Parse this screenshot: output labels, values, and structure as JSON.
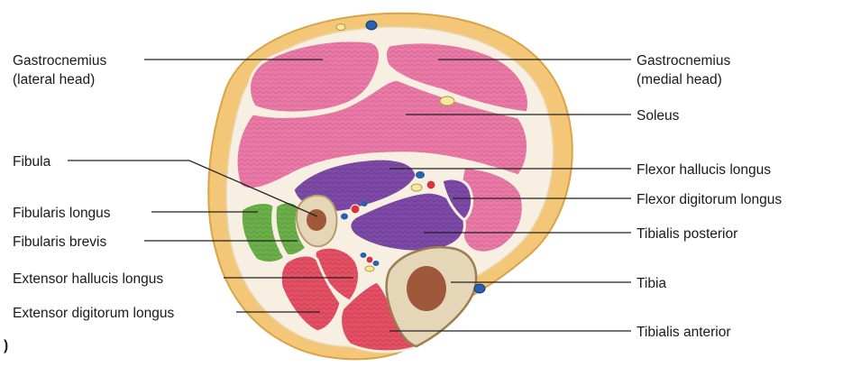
{
  "diagram": {
    "panel_marker": ")",
    "labels_left": [
      {
        "id": "gastrocnemius-lateral",
        "lines": [
          "Gastrocnemius",
          "(lateral head)"
        ]
      },
      {
        "id": "fibula",
        "lines": [
          "Fibula"
        ]
      },
      {
        "id": "fibularis-longus",
        "lines": [
          "Fibularis longus"
        ]
      },
      {
        "id": "fibularis-brevis",
        "lines": [
          "Fibularis brevis"
        ]
      },
      {
        "id": "extensor-hallucis-longus",
        "lines": [
          "Extensor hallucis longus"
        ]
      },
      {
        "id": "extensor-digitorum-longus",
        "lines": [
          "Extensor digitorum longus"
        ]
      }
    ],
    "labels_right": [
      {
        "id": "gastrocnemius-medial",
        "lines": [
          "Gastrocnemius",
          "(medial head)"
        ]
      },
      {
        "id": "soleus",
        "lines": [
          "Soleus"
        ]
      },
      {
        "id": "flexor-hallucis-longus",
        "lines": [
          "Flexor hallucis longus"
        ]
      },
      {
        "id": "flexor-digitorum-longus",
        "lines": [
          "Flexor digitorum longus"
        ]
      },
      {
        "id": "tibialis-posterior",
        "lines": [
          "Tibialis posterior"
        ]
      },
      {
        "id": "tibia",
        "lines": [
          "Tibia"
        ]
      },
      {
        "id": "tibialis-anterior",
        "lines": [
          "Tibialis anterior"
        ]
      }
    ],
    "colors": {
      "skin": "#f3c777",
      "fascia": "#f7f0e2",
      "posterior_muscle": "#e77aa6",
      "deep_posterior_muscle": "#7d4aa6",
      "lateral_muscle": "#6cae4a",
      "anterior_muscle": "#e35064",
      "bone_outer": "#e6d6b8",
      "marrow": "#a0583a",
      "vein": "#2b5fb0",
      "artery": "#d8343a"
    }
  }
}
